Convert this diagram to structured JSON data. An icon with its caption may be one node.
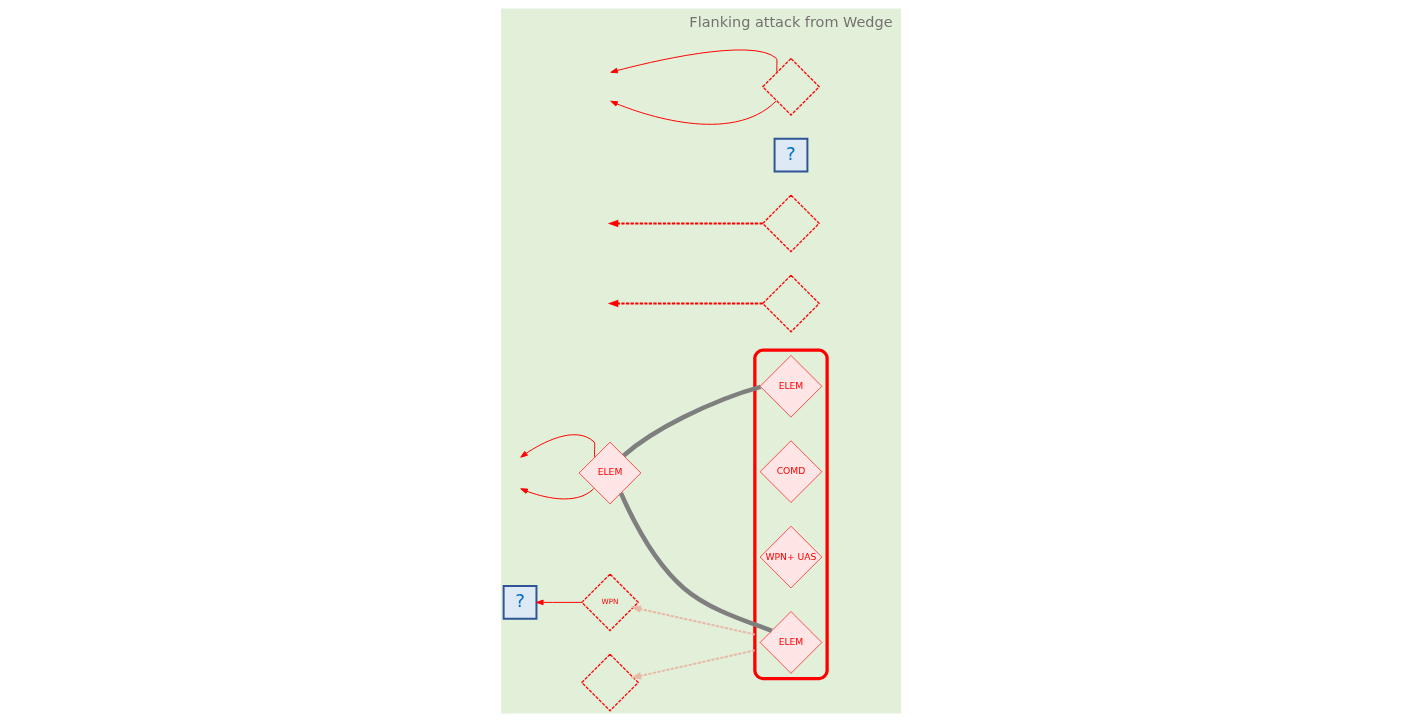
{
  "diagram": {
    "nodes": [
      {
        "text": [
          "WPN"
        ]
      },
      {
        "text": [],
        "shape": "diamond"
      },
      {
        "text": [],
        "shape": "diamond"
      },
      {
        "text": [],
        "shape": "diamond"
      },
      {
        "text": [
          "?"
        ]
      },
      {
        "text": [
          "ELEM"
        ]
      },
      {
        "text": [],
        "shape": "ellipse"
      },
      {
        "text": [
          "ELEM"
        ],
        "in": 6
      },
      {
        "text": [
          "COMD"
        ],
        "in": 6
      },
      {
        "text": [
          "WPN+ UAS"
        ],
        "in": 6
      },
      {
        "text": [
          "ELEM"
        ],
        "in": 6
      },
      {
        "text": [
          "?"
        ]
      },
      {
        "text": [],
        "shape": "diamond"
      }
    ],
    "edges": [
      {
        "from": 6,
        "to": 0,
        "arrow": "to",
        "style": "dashed",
        "color": "#e8b9a6"
      },
      {
        "from": 6,
        "to": 3,
        "arrow": "to",
        "style": "dashed",
        "color": "#e8b9a6"
      },
      {
        "from": 1,
        "to": null,
        "arrow": "to",
        "style": "dashed"
      },
      {
        "from": 2,
        "to": null,
        "arrow": "to",
        "style": "dashed"
      },
      {
        "from": 0,
        "to": 4,
        "arrow": "to"
      },
      {
        "from": 5,
        "to": null,
        "arrow": "to"
      },
      {
        "from": 5,
        "to": null,
        "arrow": "to"
      },
      {
        "from": 5,
        "to": 7,
        "arrow": "none",
        "style": "thick",
        "color": "#7f7f7f"
      },
      {
        "from": 5,
        "to": 10,
        "arrow": "none",
        "style": "thick",
        "color": "#7f7f7f"
      },
      {
        "from": 12,
        "to": null,
        "arrow": "to"
      },
      {
        "from": 12,
        "to": null,
        "arrow": "to"
      }
    ],
    "labels": [
      "Flanking attack from Wedge"
    ]
  }
}
